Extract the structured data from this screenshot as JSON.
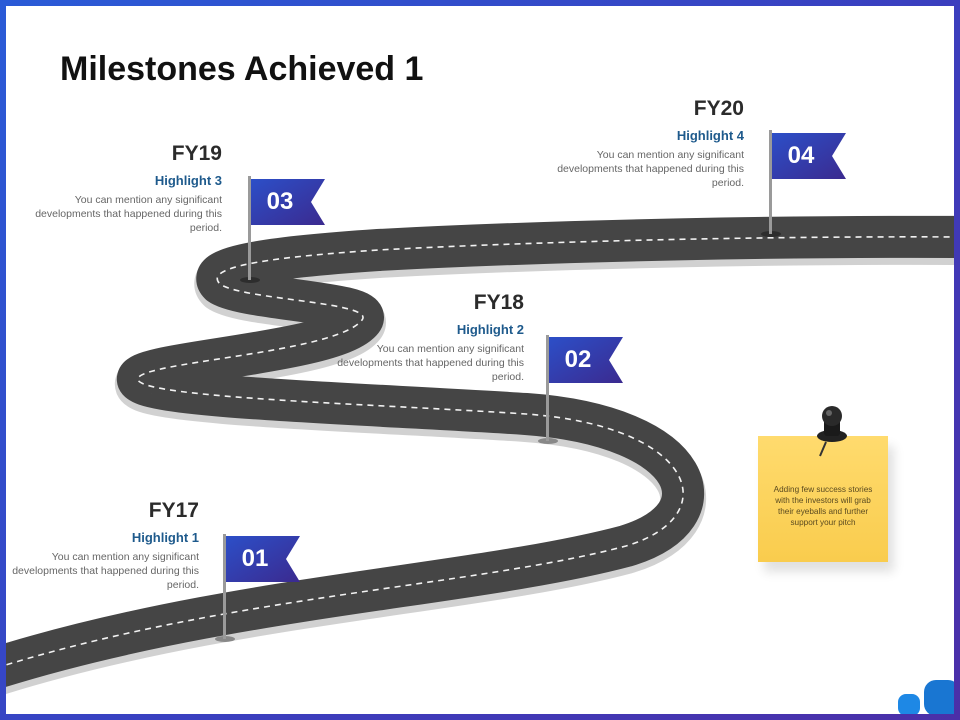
{
  "slide": {
    "title": "Milestones Achieved 1"
  },
  "milestones": [
    {
      "number": "01",
      "year": "FY17",
      "highlight": "Highlight 1",
      "description": "You can mention any significant developments that happened during this period."
    },
    {
      "number": "02",
      "year": "FY18",
      "highlight": "Highlight 2",
      "description": "You can mention any significant developments that happened during this period."
    },
    {
      "number": "03",
      "year": "FY19",
      "highlight": "Highlight 3",
      "description": "You can mention any significant developments that happened during this period."
    },
    {
      "number": "04",
      "year": "FY20",
      "highlight": "Highlight 4",
      "description": "You can mention any significant developments that happened during this period."
    }
  ],
  "note": {
    "text": "Adding few success stories with the investors will grab their eyeballs and further support your pitch"
  },
  "colors": {
    "flag_start": "#2c4fc8",
    "flag_end": "#3b2a8f",
    "road": "#4a4a4a",
    "note": "#fcd45c",
    "highlight": "#1e5a8c"
  }
}
